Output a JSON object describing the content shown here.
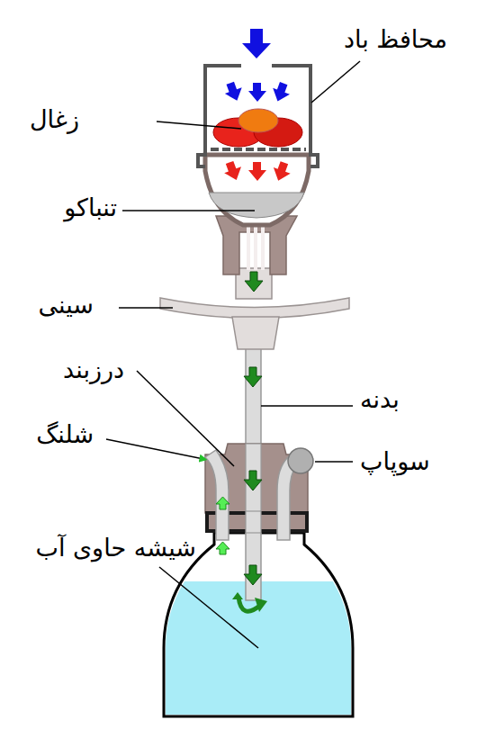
{
  "diagram": {
    "labels": [
      "محافظ باد",
      "زغال",
      "تنباکو",
      "سینی",
      "درزبند",
      "بدنه",
      "شلنگ",
      "سوپاپ",
      "شیشه حاوی آب"
    ]
  }
}
